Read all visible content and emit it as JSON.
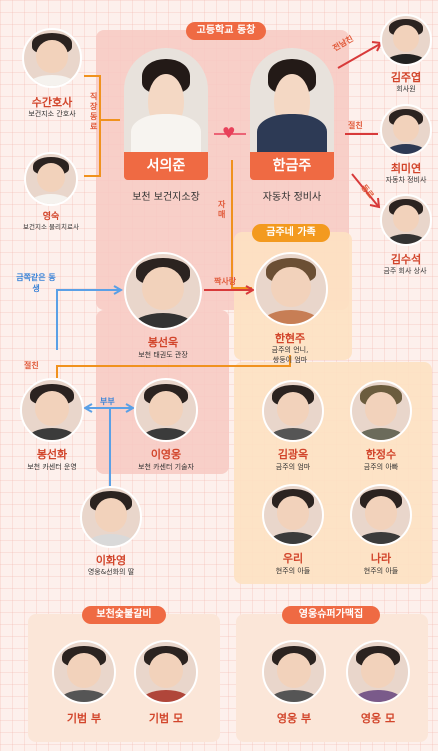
{
  "pills": {
    "high_school": "고등학교 동창",
    "geumju_family": "금주네 가족",
    "bocheon_galbi": "보천숯불갈비",
    "yeongung_super": "영웅슈퍼가맥집"
  },
  "tags": {
    "workplace": "직장동료",
    "ex": "전남친",
    "close": "절친",
    "coworker": "동료",
    "siblings": "자매",
    "crush": "짝사랑",
    "like_sibling": "금쪽같은 동생",
    "couple": "부부",
    "best_friend": "절친"
  },
  "main": {
    "left": {
      "name": "서의준",
      "role": "보천 보건지소장"
    },
    "right": {
      "name": "한금주",
      "role": "자동차 정비사"
    }
  },
  "people": {
    "sugan": {
      "name": "수간호사",
      "role": "보건지소 간호사"
    },
    "yeongsun": {
      "name": "영숙",
      "role": "보건지소 물리치료사"
    },
    "kimjuyeop": {
      "name": "김주엽",
      "role": "회사원"
    },
    "choemiyeon": {
      "name": "최미연",
      "role": "자동차 정비사"
    },
    "kimsuseok": {
      "name": "김수석",
      "role": "금주 회사 상사"
    },
    "bongseonuk": {
      "name": "봉선욱",
      "role": "보천 태권도 관장"
    },
    "hanhyeonju": {
      "name": "한현주",
      "role1": "금주의 언니,",
      "role2": "쌍둥이 엄마"
    },
    "bongseonhwa": {
      "name": "봉선화",
      "role": "보천 카센터 운영"
    },
    "iyeongung": {
      "name": "이영웅",
      "role": "보천 카센터 기술자"
    },
    "ihwayeong": {
      "name": "이화영",
      "role": "영웅&선화의 딸"
    },
    "kimgwangok": {
      "name": "김광옥",
      "role": "금주의 엄마"
    },
    "hanjeongsu": {
      "name": "한정수",
      "role": "금주의 아빠"
    },
    "uri": {
      "name": "우리",
      "role": "현주의 아들"
    },
    "nara": {
      "name": "나라",
      "role": "현주의 아들"
    },
    "gibeop_bu": {
      "name": "기범 부"
    },
    "gibeop_mo": {
      "name": "기범 모"
    },
    "yeongung_bu": {
      "name": "영웅 부"
    },
    "yeongung_mo": {
      "name": "영웅 모"
    }
  },
  "colors": {
    "accent": "#ef6a43",
    "name_red": "#d2452b",
    "zone_pink": "#f7c9c2",
    "zone_peach": "#fde1c2",
    "zone_light": "#fbe6d8",
    "line_orange": "#f0921e",
    "line_blue": "#5aa0e6",
    "line_red": "#d83a3a"
  }
}
